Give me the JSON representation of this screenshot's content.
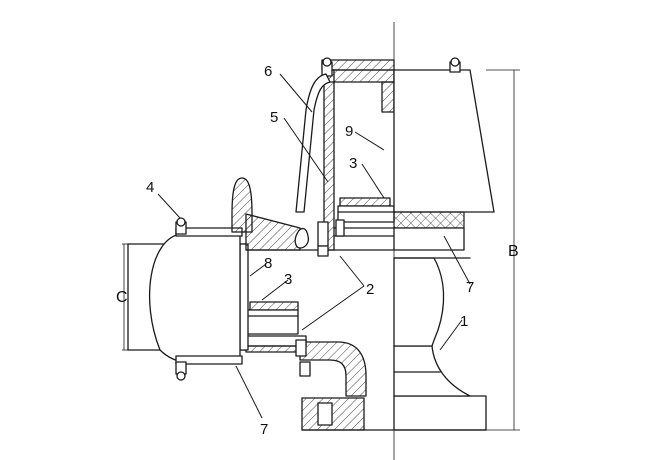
{
  "callouts": {
    "c1": "1",
    "c2": "2",
    "c3_top": "3",
    "c3_mid": "3",
    "c4": "4",
    "c5": "5",
    "c6": "6",
    "c7_right": "7",
    "c7_bottom": "7",
    "c8": "8",
    "c9": "9"
  },
  "dimensions": {
    "height": "B",
    "inlet": "C"
  },
  "colors": {
    "line": "#1a1a1a",
    "background": "#ffffff"
  }
}
